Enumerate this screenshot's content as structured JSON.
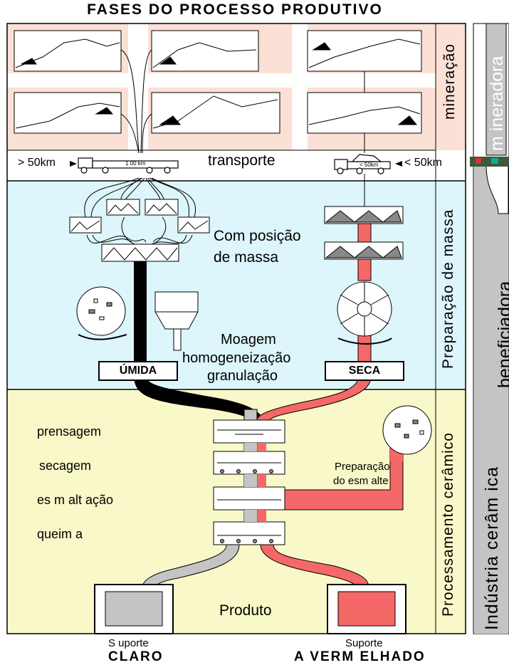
{
  "title": "FASES DO PROCESSO PRODUTIVO",
  "sections": {
    "mineracao": "mineração",
    "preparacao": "Preparação de massa",
    "processamento": "Processamento cerâmico"
  },
  "transport": {
    "label": "transporte",
    "far": "> 50km",
    "near": "< 50km",
    "truck_far_label": "1 00 km",
    "truck_near_label": "< 50km"
  },
  "mass": {
    "composicao_l1": "Com posição",
    "composicao_l2": "de massa",
    "moagem_l1": "Moagem",
    "moagem_l2": "homogeneização",
    "moagem_l3": "granulação",
    "umida": "ÚMIDA",
    "seca": "SECA"
  },
  "steps": {
    "prensagem": "prensagem",
    "secagem": "secagem",
    "esmaltacao": "es m alt ação",
    "queima": "queim a",
    "prep_esmalte_l1": "Preparação",
    "prep_esmalte_l2": "do esm alte",
    "produto": "Produto"
  },
  "bottom": {
    "left_small": "S uporte",
    "left_big": "CLARO",
    "right_small": "Suporte",
    "right_big": "A VERM ELHADO"
  },
  "side": {
    "industria": "Indústria cerâm ica",
    "beneficiadora": "beneficiadora",
    "mineradora": "m ineradora"
  },
  "colors": {
    "mining_bg": "#fbe0d6",
    "mass_bg": "#dcf6fb",
    "process_bg": "#f9f8c8",
    "red_pipe": "#f56868",
    "grey_pipe": "#c4c4c4",
    "dark_pipe": "#000000"
  }
}
